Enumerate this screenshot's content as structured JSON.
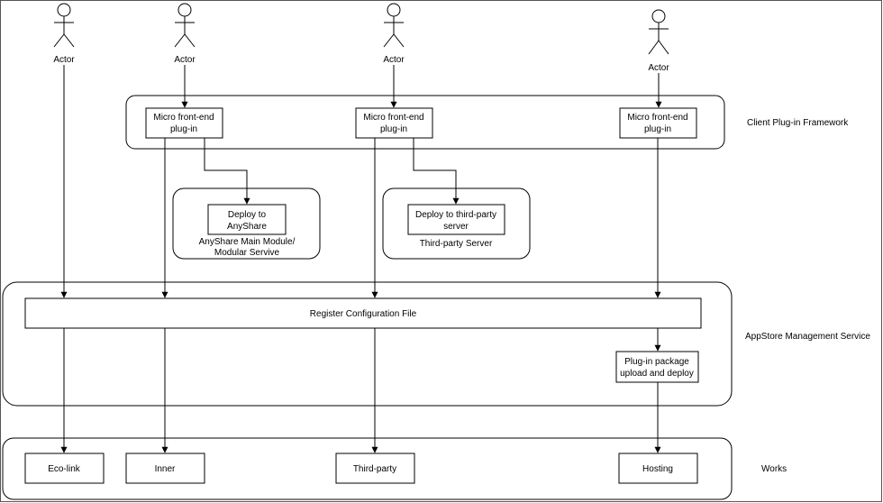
{
  "actors": [
    {
      "label": "Actor"
    },
    {
      "label": "Actor"
    },
    {
      "label": "Actor"
    },
    {
      "label": "Actor"
    }
  ],
  "layers": {
    "client": "Client Plug-in Framework",
    "appstore": "AppStore Management Service",
    "works": "Works"
  },
  "plugins": [
    {
      "line1": "Micro front-end",
      "line2": "plug-in"
    },
    {
      "line1": "Micro front-end",
      "line2": "plug-in"
    },
    {
      "line1": "Micro front-end",
      "line2": "plug-in"
    }
  ],
  "deploy_anyshare": {
    "line1": "Deploy to",
    "line2": "AnyShare",
    "group_line1": "AnyShare Main Module/",
    "group_line2": "Modular Servive"
  },
  "deploy_third": {
    "line1": "Deploy to third-party",
    "line2": "server",
    "group_label": "Third-party Server"
  },
  "register": "Register Configuration File",
  "plugin_package": {
    "line1": "Plug-in package",
    "line2": "upload and deploy"
  },
  "works_items": [
    {
      "label": "Eco-link"
    },
    {
      "label": "Inner"
    },
    {
      "label": "Third-party"
    },
    {
      "label": "Hosting"
    }
  ]
}
